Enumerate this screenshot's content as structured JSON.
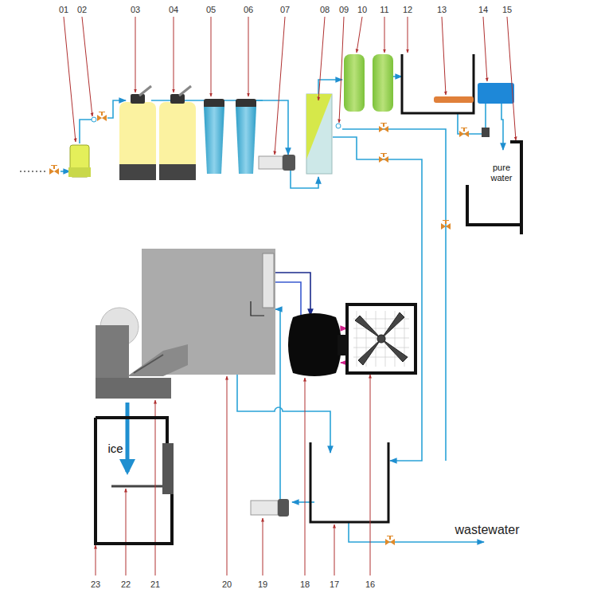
{
  "diagram": {
    "nodes": [
      {
        "text": [
          "pure water"
        ]
      },
      {
        "text": [
          "ice"
        ]
      }
    ],
    "labels": [
      "01",
      "02",
      "03",
      "04",
      "05",
      "06",
      "07",
      "08",
      "09",
      "10",
      "11",
      "12",
      "13",
      "14",
      "15",
      "16",
      "17",
      "18",
      "19",
      "20",
      "21",
      "22",
      "23",
      "wastewater"
    ]
  }
}
